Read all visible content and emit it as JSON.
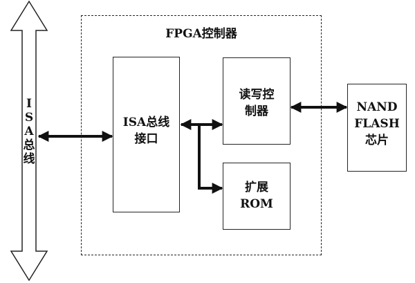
{
  "fpga": {
    "title": "FPGA控制器"
  },
  "isa_bus": {
    "label_chars": [
      "I",
      "S",
      "A",
      "总",
      "线"
    ]
  },
  "isa_interface": {
    "line1": "ISA总线",
    "line2": "接口"
  },
  "rw_controller": {
    "line1": "读写控",
    "line2": "制器"
  },
  "ext_rom": {
    "line1": "扩展",
    "line2": "ROM"
  },
  "nand_chip": {
    "line1": "NAND",
    "line2": "FLASH",
    "line3": "芯片"
  }
}
